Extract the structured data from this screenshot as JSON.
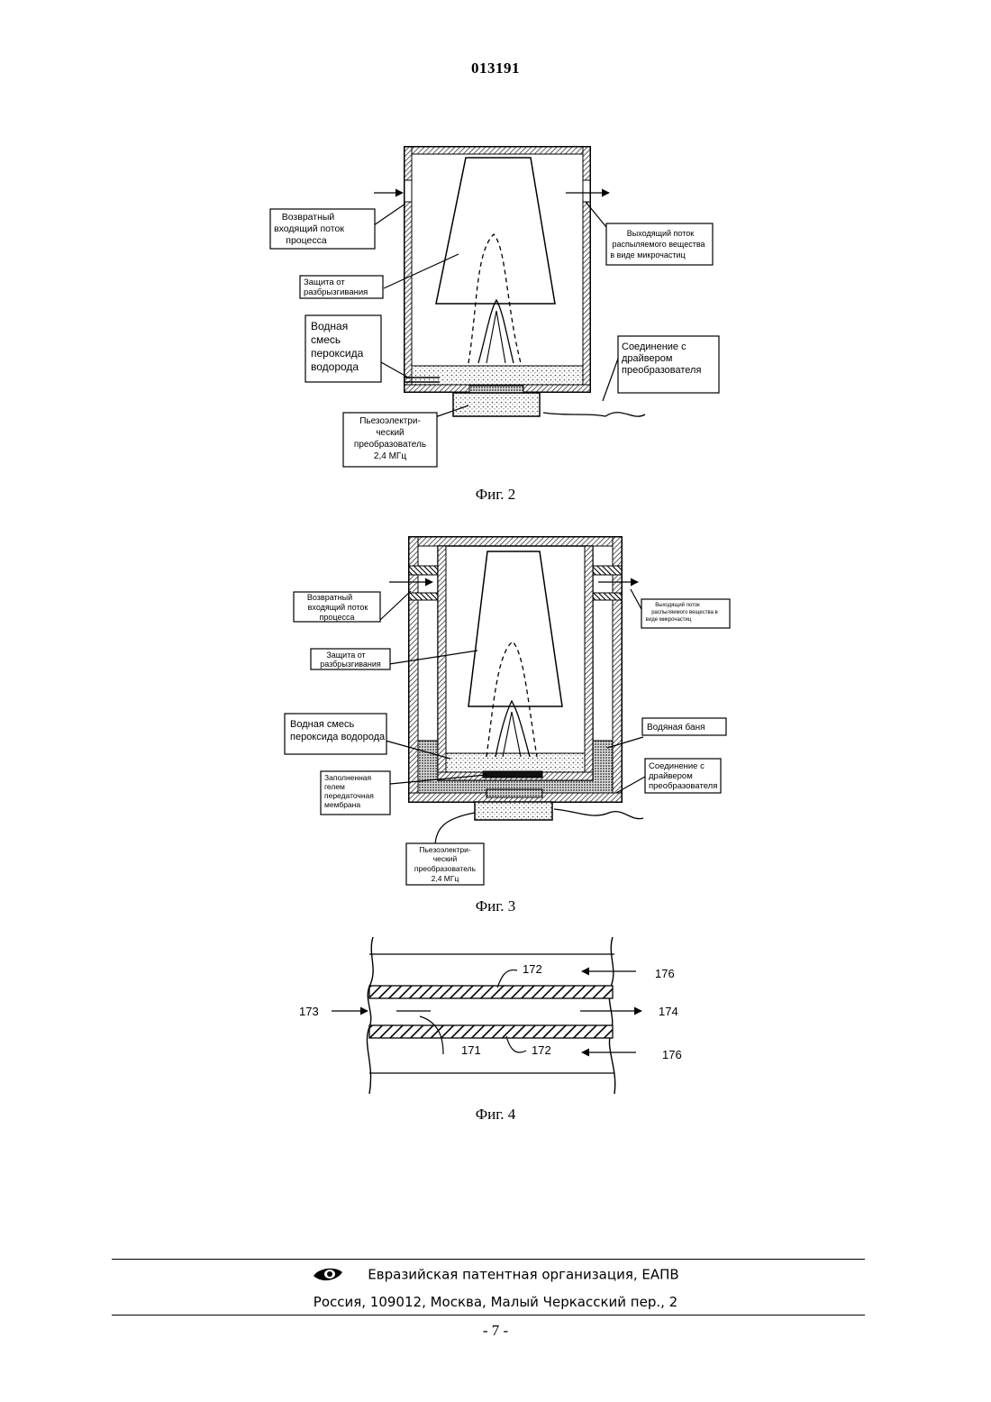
{
  "header": {
    "patent_number": "013191"
  },
  "fig2": {
    "caption": "Фиг. 2",
    "labels": {
      "return_flow": [
        "Возвратный",
        "входящий поток",
        "процесса"
      ],
      "outflow": [
        "Выходящий поток",
        "распыляемого вещества",
        "в виде микрочастиц"
      ],
      "splash_guard": [
        "Защита от",
        "разбрызгивания"
      ],
      "peroxide_mix": [
        "Водная",
        "смесь",
        "пероксида",
        "водорода"
      ],
      "driver_conn": [
        "Соединение с",
        "драйвером",
        "преобразователя"
      ],
      "piezo": [
        "Пьезоэлектри-",
        "ческий",
        "преобразователь",
        "2,4 МГц"
      ]
    }
  },
  "fig3": {
    "caption": "Фиг. 3",
    "labels": {
      "return_flow": [
        "Возвратный",
        "входящий поток",
        "процесса"
      ],
      "outflow": [
        "Выходящий поток",
        "распыляемого вещества в",
        "виде микрочастиц"
      ],
      "splash_guard": [
        "Защита от",
        "разбрызгивания"
      ],
      "peroxide_mix": [
        "Водная смесь",
        "пероксида водорода"
      ],
      "water_bath": [
        "Водяная баня"
      ],
      "gel_membrane": [
        "Заполненная",
        "гелем",
        "передаточная",
        "мембрана"
      ],
      "driver_conn": [
        "Соединение с",
        "драйвером",
        "преобразователя"
      ],
      "piezo": [
        "Пьезоэлектри-",
        "ческий",
        "преобразователь",
        "2,4 МГц"
      ]
    }
  },
  "fig4": {
    "caption": "Фиг. 4",
    "refs": {
      "r172_top": "172",
      "r176_top": "176",
      "r173": "173",
      "r174": "174",
      "r171": "171",
      "r172_bottom": "172",
      "r176_bottom": "176"
    }
  },
  "footer": {
    "organization": "Евразийская патентная организация, ЕАПВ",
    "address": "Россия, 109012, Москва, Малый Черкасский пер., 2",
    "page_number": "- 7 -"
  }
}
